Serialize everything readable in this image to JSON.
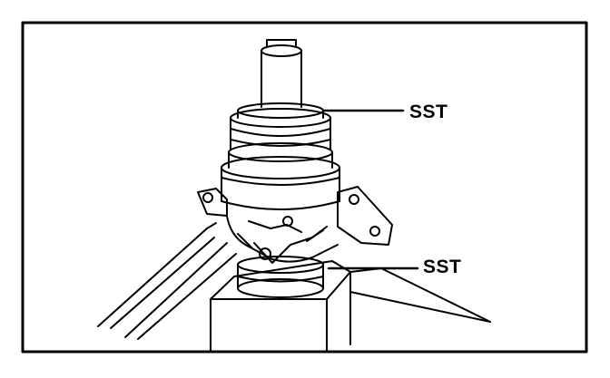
{
  "figure": {
    "callouts": [
      {
        "id": "sst-top",
        "label": "SST"
      },
      {
        "id": "sst-bottom",
        "label": "SST"
      }
    ],
    "colors": {
      "ink": "#000000",
      "paper": "#ffffff"
    }
  }
}
